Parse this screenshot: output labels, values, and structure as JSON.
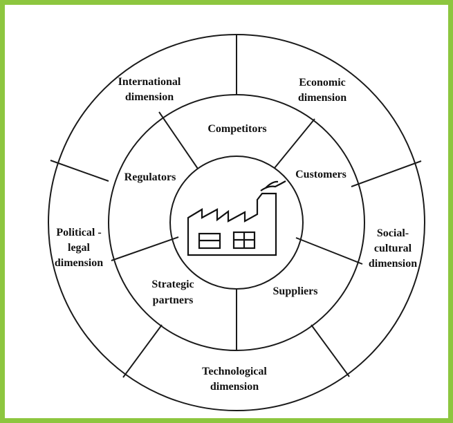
{
  "diagram": {
    "center_icon": "factory-icon",
    "inner_ring": {
      "competitors": "Competitors",
      "customers": "Customers",
      "suppliers": "Suppliers",
      "strategic_partners": [
        "Strategic",
        "partners"
      ],
      "regulators": "Regulators"
    },
    "outer_ring": {
      "economic": [
        "Economic",
        "dimension"
      ],
      "social_cultural": [
        "Social-",
        "cultural",
        "dimension"
      ],
      "technological": [
        "Technological",
        "dimension"
      ],
      "political_legal": [
        "Political -",
        "legal",
        "dimension"
      ],
      "international": [
        "International",
        "dimension"
      ]
    }
  },
  "colors": {
    "frame": "#8dc63f",
    "lines": "#1a1a1a",
    "text": "#111111"
  }
}
